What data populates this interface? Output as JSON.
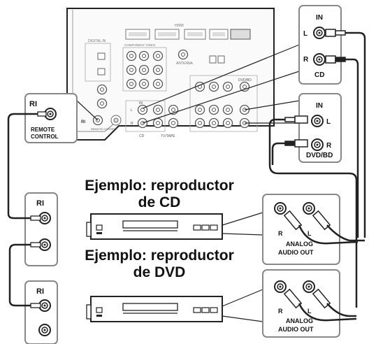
{
  "captions": {
    "cd_line1": "Ejemplo: reproductor",
    "cd_line2": "de CD",
    "dvd_line1": "Ejemplo: reproductor",
    "dvd_line2": "de DVD"
  },
  "receiver_inset": {
    "in_label": "IN",
    "l_label": "L",
    "r_label": "R",
    "cd_label": "CD"
  },
  "dvd_inset": {
    "in_label": "IN",
    "l_label": "L",
    "r_label": "R",
    "dvd_label": "DVD/BD"
  },
  "remote_inset": {
    "ri_label": "RI",
    "remote_line1": "REMOTE",
    "remote_line2": "CONTROL"
  },
  "player_ri_label": "RI",
  "analog_out_cd": {
    "r_label": "R",
    "l_label": "L",
    "line1": "ANALOG",
    "line2": "AUDIO OUT"
  },
  "analog_out_dvd": {
    "r_label": "R",
    "l_label": "L",
    "line1": "ANALOG",
    "line2": "AUDIO OUT"
  },
  "rear_panel": {
    "digital_in": "DIGITAL IN",
    "component_video": "COMPONENT VIDEO",
    "hdmi": "HDMI",
    "antenna": "ANTENNA",
    "ri": "RI",
    "remote_control": "REMOTE CONTROL",
    "cd": "CD",
    "dvd_bd": "DVD/BD",
    "tv_tape": "TV/TAPE",
    "in": "IN",
    "l": "L",
    "r": "R"
  }
}
